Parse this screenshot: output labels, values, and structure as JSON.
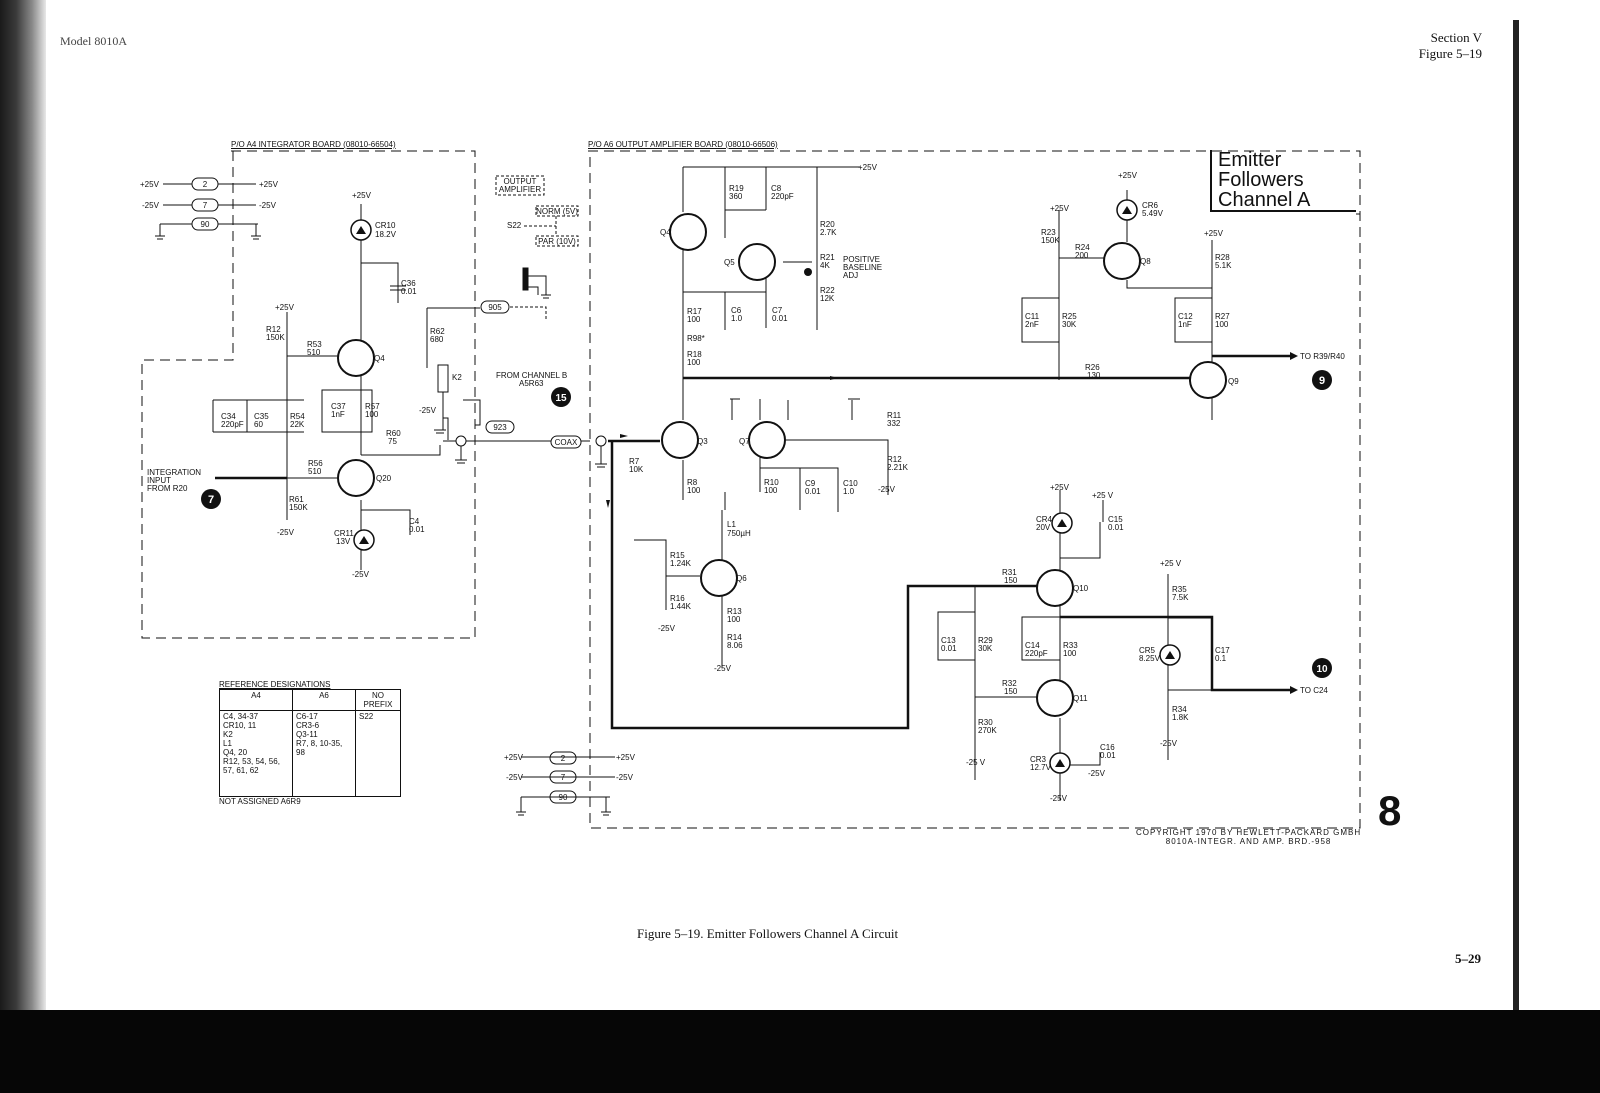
{
  "header": {
    "model": "Model 8010A",
    "section": "Section V",
    "figure": "Figure 5–19"
  },
  "diagram": {
    "title_lines": [
      "Emitter",
      "Followers",
      "Channel A"
    ],
    "board_a4": "P/O A4 INTEGRATOR BOARD (08010-66504)",
    "board_a6": "P/O A6 OUTPUT AMPLIFIER BOARD (08010-66506)",
    "sheet_number": "8",
    "copyright_line1": "COPYRIGHT 1970 BY HEWLETT-PACKARD GMBH",
    "copyright_line2": "8010A-INTEGR. AND AMP. BRD.-958",
    "callouts": [
      "7",
      "15",
      "9",
      "10"
    ],
    "labels": {
      "p25_l1": "+25V",
      "p25_r1": "+25V",
      "m25_l1": "-25V",
      "m25_r1": "-25V",
      "conn2": "2",
      "conn7": "7",
      "conn90": "90",
      "conn905": "905",
      "conn923": "923",
      "coax": "COAX",
      "cr10": "CR10",
      "cr10v": "18.2V",
      "c36": "C36",
      "c36v": "0.01",
      "r12a": "R12",
      "r12av": "150K",
      "r53": "R53",
      "r53v": "510",
      "q4a": "Q4",
      "c34": "C34",
      "c34v": "220pF",
      "c35": "C35",
      "c35v": "60",
      "r54": "R54",
      "r54v": "22K",
      "c37": "C37",
      "c37v": "1nF",
      "r57": "R57",
      "r57v": "100",
      "r60": "R60",
      "r60v": "75",
      "r56": "R56",
      "r56v": "510",
      "q20": "Q20",
      "r61": "R61",
      "r61v": "150K",
      "cr11": "CR11",
      "cr11v": "13V",
      "c4": "C4",
      "c4v": "0.01",
      "m25q20": "-25V",
      "m25r61": "-25V",
      "p25r12": "+25V",
      "p25cr10": "+25V",
      "int1": "INTEGRATION",
      "int2": "INPUT",
      "int3": "FROM R20",
      "outamp1": "OUTPUT",
      "outamp2": "AMPLIFIER",
      "norm": "NORM (5V)",
      "par": "PAR (10V)",
      "s22": "S22",
      "r62": "R62",
      "r62v": "680",
      "k2": "K2",
      "m25k2": "-25V",
      "fromb1": "FROM CHANNEL B",
      "fromb2": "A5R63",
      "p25top": "+25V",
      "r19": "R19",
      "r19v": "360",
      "c8": "C8",
      "c8v": "220pF",
      "r20": "R20",
      "r20v": "2.7K",
      "q4b": "Q4",
      "q5": "Q5",
      "r21": "R21",
      "r21v": "4K",
      "pos1": "POSITIVE",
      "pos2": "BASELINE",
      "pos3": "ADJ",
      "r22": "R22",
      "r22v": "12K",
      "r17": "R17",
      "r17v": "100",
      "c6": "C6",
      "c6v": "1.0",
      "c7": "C7",
      "c7v": "0.01",
      "r98": "R98*",
      "r18": "R18",
      "r18v": "100",
      "r11": "R11",
      "r11v": "332",
      "q3": "Q3",
      "q7": "Q7",
      "r12b": "R12",
      "r12bv": "2.21K",
      "m25r12": "-25V",
      "r7": "R7",
      "r7v": "10K",
      "r8": "R8",
      "r8v": "100",
      "r10": "R10",
      "r10v": "100",
      "c9": "C9",
      "c9v": "0.01",
      "c10": "C10",
      "c10v": "1.0",
      "l1": "L1",
      "l1v": "750µH",
      "r15": "R15",
      "r15v": "1.24K",
      "q6": "Q6",
      "r16": "R16",
      "r16v": "1.44K",
      "m25r16": "-25V",
      "r13": "R13",
      "r13v": "100",
      "r14": "R14",
      "r14v": "8.06",
      "m25r14": "-25V",
      "p25cr6": "+25V",
      "cr6": "CR6",
      "cr6v": "5.49V",
      "p25r23": "+25V",
      "r23": "R23",
      "r23v": "150K",
      "r24": "R24",
      "r24v": "200",
      "q8": "Q8",
      "p25r28": "+25V",
      "r28": "R28",
      "r28v": "5.1K",
      "c11": "C11",
      "c11v": "2nF",
      "r25": "R25",
      "r25v": "30K",
      "c12": "C12",
      "c12v": "1nF",
      "r27": "R27",
      "r27v": "100",
      "r26": "R26",
      "r26v": "130",
      "q9": "Q9",
      "to_r39": "TO R39/R40",
      "p25cr4": "+25V",
      "p25c15": "+25 V",
      "cr4": "CR4",
      "cr4v": "20V",
      "c15": "C15",
      "c15v": "0.01",
      "r31": "R31",
      "r31v": "150",
      "q10": "Q10",
      "p25r35": "+25 V",
      "r35": "R35",
      "r35v": "7.5K",
      "c13": "C13",
      "c13v": "0.01",
      "r29": "R29",
      "r29v": "30K",
      "c14": "C14",
      "c14v": "220pF",
      "r33": "R33",
      "r33v": "100",
      "cr5": "CR5",
      "cr5v": "8.25V",
      "c17": "C17",
      "c17v": "0.1",
      "to_c24": "TO C24",
      "r32": "R32",
      "r32v": "150",
      "q11": "Q11",
      "r34": "R34",
      "r34v": "1.8K",
      "m25r34": "-25V",
      "r30": "R30",
      "r30v": "270K",
      "m25r30": "-25 V",
      "cr3": "CR3",
      "cr3v": "12.7V",
      "c16": "C16",
      "c16v": "0.01",
      "m25c16": "-25V",
      "m25cr3": "-25V",
      "p25_l2": "+25V",
      "p25_r2": "+25V",
      "m25_l2": "-25V",
      "m25_r2": "-25V",
      "conn2b": "2",
      "conn7b": "7",
      "conn90b": "90"
    }
  },
  "reference": {
    "heading": "REFERENCE DESIGNATIONS",
    "columns": [
      "A4",
      "A6",
      "NO PREFIX"
    ],
    "a4": [
      "C4, 34-37",
      "CR10, 11",
      "K2",
      "L1",
      "Q4, 20",
      "R12, 53, 54, 56, 57, 61, 62"
    ],
    "a6": [
      "C6-17",
      "CR3-6",
      "Q3-11",
      "R7, 8, 10-35, 98"
    ],
    "noprefix": [
      "S22"
    ],
    "footer": "NOT ASSIGNED A6R9"
  },
  "caption": "Figure 5–19.   Emitter Followers Channel A Circuit",
  "page_number": "5–29"
}
